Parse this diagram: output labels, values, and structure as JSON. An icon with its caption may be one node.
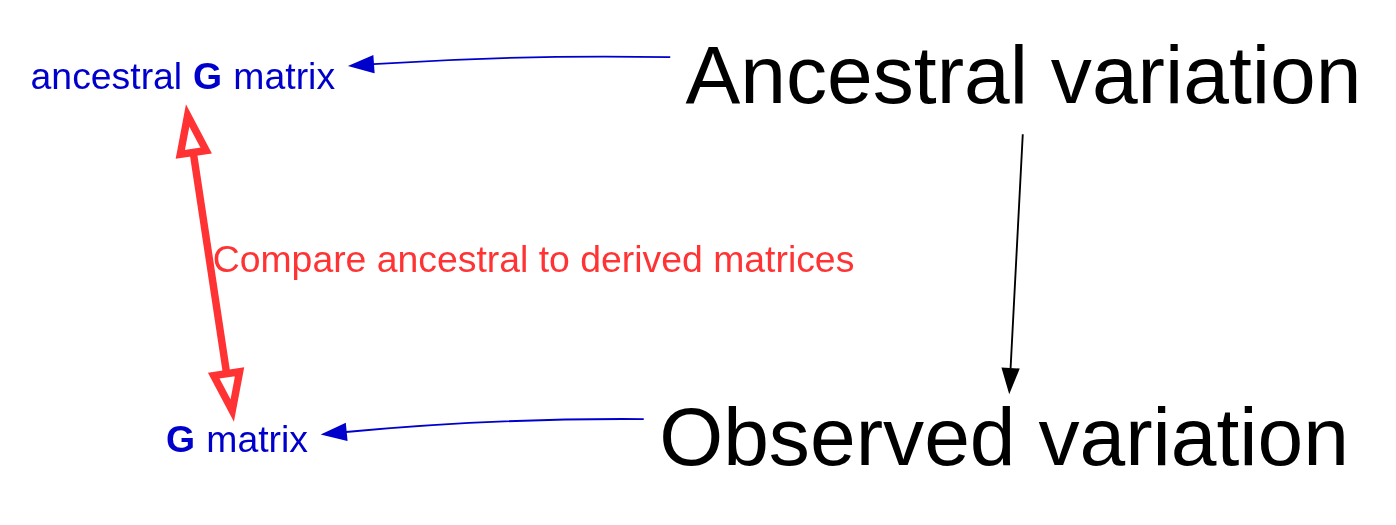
{
  "diagram": {
    "nodes": [
      {
        "text": [
          "ancestral **G** matrix"
        ]
      },
      {
        "text": [
          "Ancestral variation"
        ]
      },
      {
        "text": [
          "**G** matrix"
        ]
      },
      {
        "text": [
          "Observed variation"
        ]
      }
    ],
    "edges": [
      {
        "from": 1,
        "to": 0,
        "arrow": "to"
      },
      {
        "from": 1,
        "to": 3,
        "arrow": "to",
        "color": "#000000"
      },
      {
        "from": 3,
        "to": 2,
        "arrow": "to"
      },
      {
        "from": 0,
        "to": 2,
        "arrow": "both",
        "label": "Compare ancestral to derived matrices",
        "style": "thick",
        "color": "#ff3333"
      }
    ]
  }
}
